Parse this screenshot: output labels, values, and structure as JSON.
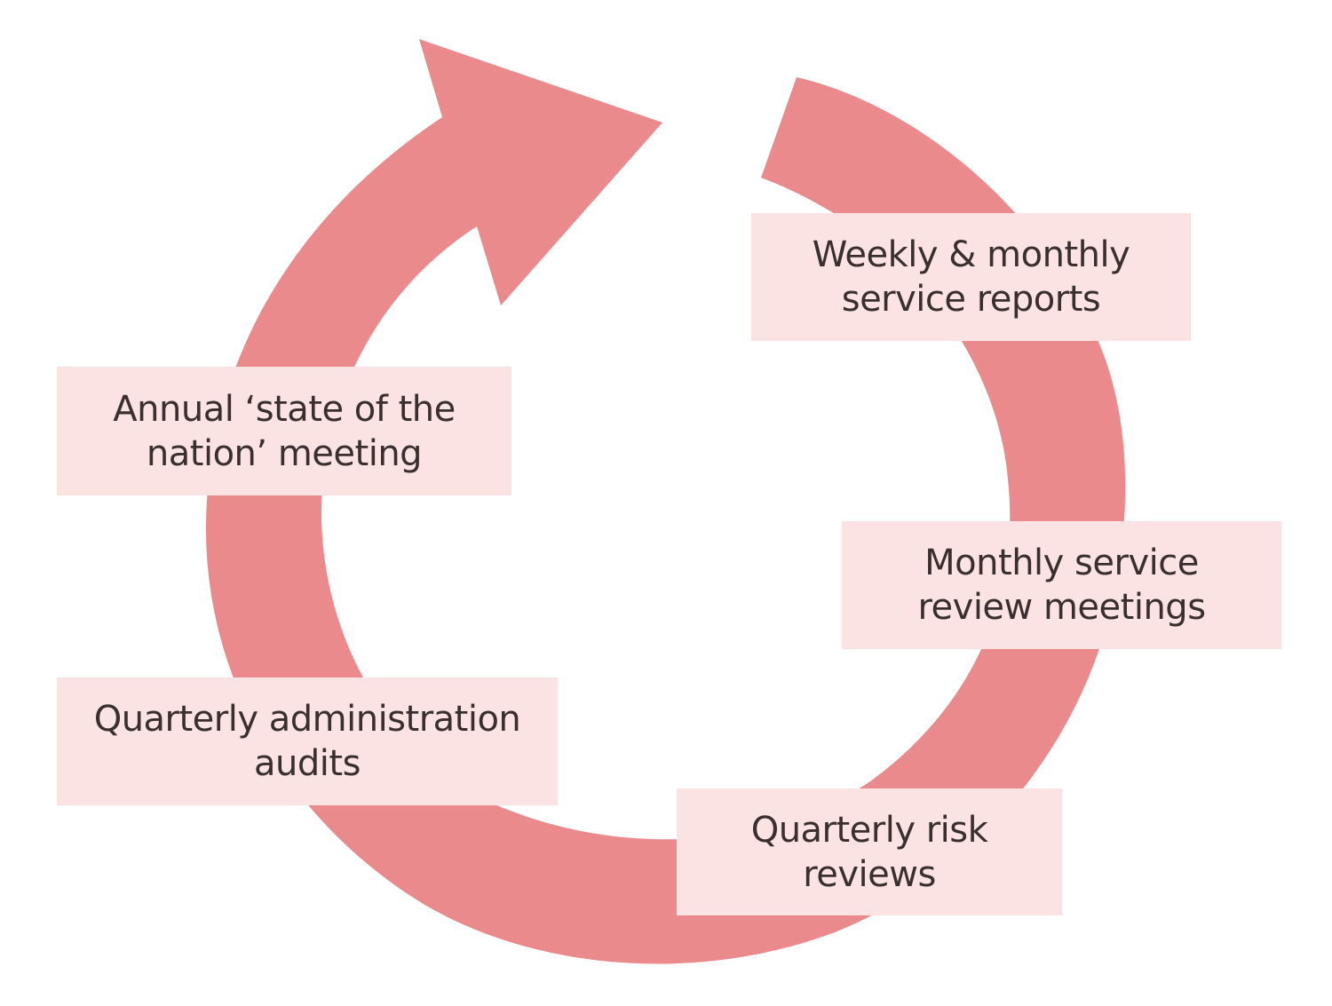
{
  "colors": {
    "arrow": "#eb8a8c",
    "box_fill": "#fbe3e3",
    "text": "#3a2f2f",
    "background": "#ffffff"
  },
  "cycle": {
    "direction": "clockwise",
    "stages": [
      {
        "id": "weekly",
        "label": "Weekly & monthly\nservice reports"
      },
      {
        "id": "monthly",
        "label": "Monthly service\nreview meetings"
      },
      {
        "id": "risk",
        "label": "Quarterly risk\nreviews"
      },
      {
        "id": "admin",
        "label": "Quarterly administration\naudits"
      },
      {
        "id": "annual",
        "label": "Annual ‘state of the\nnation’ meeting"
      }
    ]
  }
}
